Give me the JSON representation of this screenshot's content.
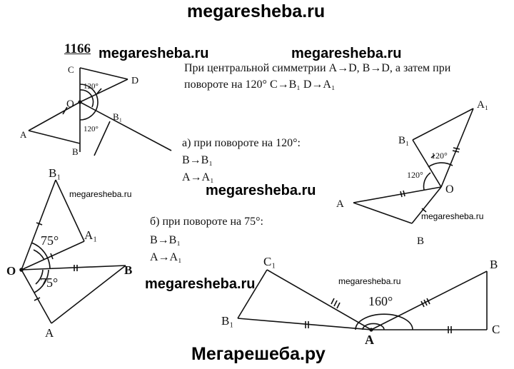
{
  "watermarks": {
    "top": "megaresheba.ru",
    "bottom": "Мегарешеба.ру",
    "mid1": "megaresheba.ru",
    "mid2": "megaresheba.ru",
    "mid3": "megaresheba.ru",
    "small1": "megaresheba.ru",
    "small2": "megaresheba.ru",
    "small3": "megaresheba.ru"
  },
  "problem_number": "1166",
  "text": {
    "line1": "При центральной симметрии A→D, B→D, а затем при",
    "line2": "повороте на 120° C→B₁ D→A₁",
    "a_title": "а) при повороте на 120°:",
    "a_line1": "B→B₁",
    "a_line2": "A→A₁",
    "b_title": "б) при повороте на 75°:",
    "b_line1": "B→B₁",
    "b_line2": "A→A₁"
  },
  "figures": {
    "fig1": {
      "C": "C",
      "D": "D",
      "O": "O",
      "A": "A",
      "B": "B",
      "B1": "B₁",
      "angle_top": "120°",
      "angle_bottom": "120°"
    },
    "fig2": {
      "A1": "A₁",
      "B1": "B₁",
      "O": "O",
      "A": "A",
      "B": "B",
      "angle1": "120°",
      "angle2": "120°"
    },
    "fig3": {
      "B1": "B₁",
      "A1": "A₁",
      "O": "O",
      "B": "B",
      "A": "A",
      "angle1": "75°",
      "angle2": "75°"
    },
    "fig4": {
      "C1": "C₁",
      "B1": "B₁",
      "A": "A",
      "B": "B",
      "C": "C",
      "angle": "160°"
    }
  }
}
